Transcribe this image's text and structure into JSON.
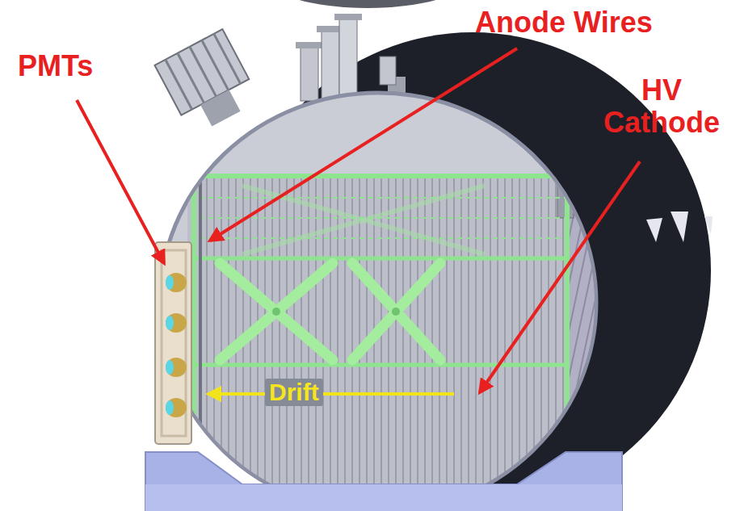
{
  "diagram": {
    "labels": [
      "PMTs",
      "Anode Wires",
      "HV Cathode",
      "Drift"
    ]
  }
}
